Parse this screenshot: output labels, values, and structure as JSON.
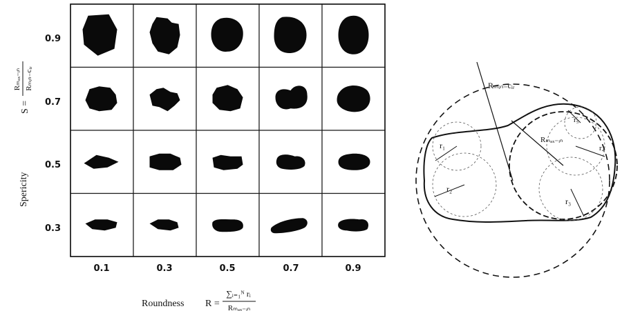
{
  "chart_data": {
    "type": "diagram",
    "x_axis": {
      "label": "Roundness",
      "formula_lhs": "R =",
      "formula_numerator": "∑ᵢ₌₁ᴺ rᵢ",
      "formula_denominator": "Rₘₐₓ₋ᵢₙ",
      "ticks": [
        "0.1",
        "0.3",
        "0.5",
        "0.7",
        "0.9"
      ]
    },
    "y_axis": {
      "label": "Spericity",
      "formula_lhs": "S =",
      "formula_numerator": "Rₘₐₓ₋ᵢₙ",
      "formula_denominator": "Rₘᵢₙ₋cᵢᵣ",
      "ticks": [
        "0.9",
        "0.7",
        "0.5",
        "0.3"
      ]
    },
    "grid": {
      "rows": 4,
      "cols": 5
    },
    "diagram_labels": {
      "r_min_cir": "Rₘᵢₙ₋cᵢᵣ",
      "r_max_in": "Rₘₐₓ₋ᵢₙ",
      "r1": "r₁",
      "r2": "r₂",
      "r3": "r₃",
      "r4": "r₄",
      "r5": "r₅"
    }
  }
}
